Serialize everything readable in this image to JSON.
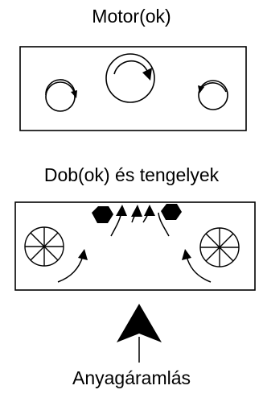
{
  "labels": {
    "motor": "Motor(ok)",
    "drums_shafts": "Dob(ok) és tengelyek",
    "material_flow": "Anyagáramlás"
  },
  "colors": {
    "stroke": "#000000",
    "fill": "#000000",
    "background": "#ffffff"
  },
  "icons": [
    "rotation-arrow-icon",
    "spoked-wheel-icon",
    "hexagon-icon",
    "curved-arrow-icon",
    "flow-arrow-icon"
  ]
}
